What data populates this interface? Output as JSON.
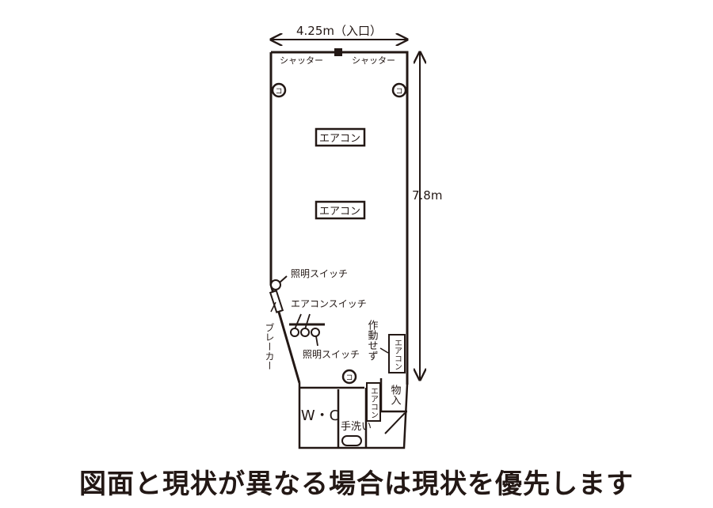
{
  "dimensions": {
    "width_label": "4.25m（入口）",
    "depth_label": "7.8m"
  },
  "labels": {
    "shutter_left": "シャッター",
    "shutter_right": "シャッター",
    "aircon_1": "エアコン",
    "aircon_2": "エアコン",
    "light_switch_upper": "照明スイッチ",
    "aircon_switch": "エアコンスイッチ",
    "light_switch_lower": "照明スイッチ",
    "breaker": "ブレーカー",
    "not_working": "作動せず",
    "aircon_vertical": "エアコン",
    "aircon_lower_vertical": "エアコン",
    "storage": "物入",
    "wc": "W・C",
    "handwash": "手洗い",
    "outlet_symbol": "コ"
  },
  "notice": "図面と現状が異なる場合は現状を優先します"
}
